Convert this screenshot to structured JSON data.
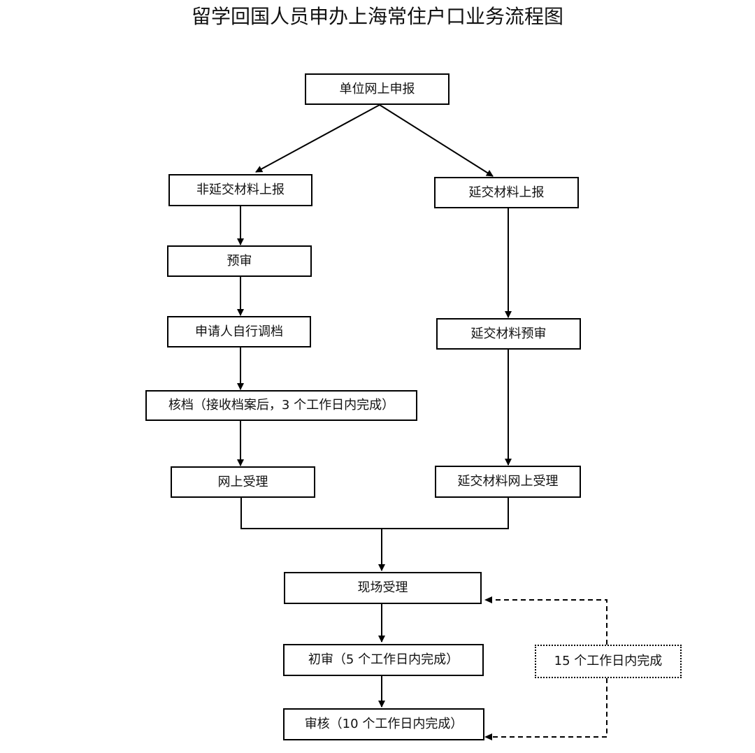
{
  "title": "留学回国人员申办上海常住户口业务流程图",
  "nodes": {
    "unit_online_report": "单位网上申报",
    "non_deferred_report": "非延交材料上报",
    "deferred_report": "延交材料上报",
    "pre_review": "预审",
    "self_transfer_file": "申请人自行调档",
    "deferred_pre_review": "延交材料预审",
    "file_check": "核档（接收档案后，3 个工作日内完成）",
    "online_acceptance": "网上受理",
    "deferred_online_acceptance": "延交材料网上受理",
    "onsite_acceptance": "现场受理",
    "initial_review": "初审（5 个工作日内完成）",
    "final_review": "审核（10 个工作日内完成）",
    "deadline_note": "15 个工作日内完成"
  },
  "colors": {
    "line": "#000000",
    "text": "#111111",
    "background": "#ffffff"
  }
}
